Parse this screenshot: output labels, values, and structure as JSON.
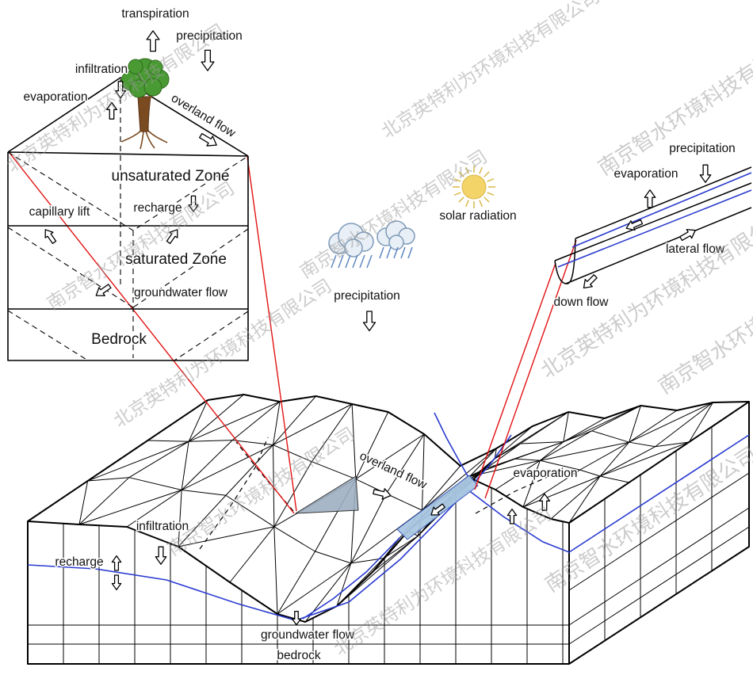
{
  "watermark": {
    "company_a": "北京英特利为环境科技有限公司",
    "company_b": "南京智水环境科技有限公司"
  },
  "soil_column": {
    "transpiration": "transpiration",
    "precipitation": "precipitation",
    "infiltration": "infiltration",
    "evaporation": "evaporation",
    "overland_flow": "overland flow",
    "unsaturated_zone": "unsaturated Zone",
    "capillary_lift": "capillary lift",
    "recharge": "recharge",
    "saturated_zone": "saturated Zone",
    "groundwater_flow": "groundwater flow",
    "bedrock": "Bedrock"
  },
  "atmosphere": {
    "solar_radiation": "solar radiation",
    "precipitation": "precipitation"
  },
  "channel": {
    "precipitation": "precipitation",
    "evaporation": "evaporation",
    "lateral_flow": "lateral flow",
    "down_flow": "down flow"
  },
  "terrain": {
    "overland_flow": "overland flow",
    "evaporation": "evaporation",
    "infiltration": "infiltration",
    "recharge": "recharge",
    "groundwater_flow": "groundwater flow",
    "bedrock": "bedrock"
  },
  "colors": {
    "line": "#000000",
    "link_red": "#e31212",
    "water_blue": "#2a3bd0",
    "river_highlight": "#a9c7e2",
    "cell_highlight": "#9fb0c2",
    "sun": "#f3d468",
    "sun_ray": "#d8b94e",
    "tree_green": "#4a9a33",
    "tree_trunk": "#7a4a21",
    "cloud_fill": "#e9eff6",
    "cloud_edge": "#7d9ab8",
    "rain": "#5d86c5",
    "watermark": "#9a9a9a"
  }
}
